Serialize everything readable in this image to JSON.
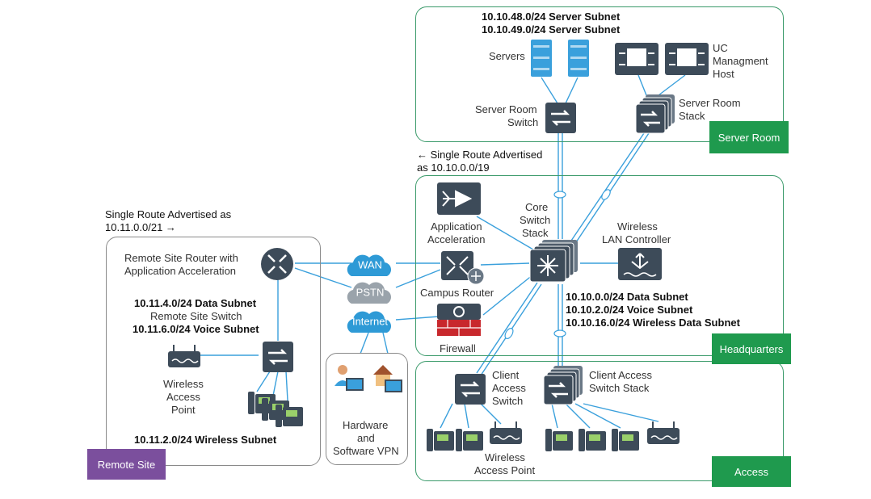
{
  "colors": {
    "device_dark": "#3d4b59",
    "device_light": "#6a7886",
    "server_blue": "#3aa0dc",
    "cloud_blue": "#2e9ad6",
    "cloud_grey": "#9aa3ab",
    "firewall_red": "#c8282d",
    "zone_green": "#1f9a4e",
    "remote_purple": "#7b4f9d",
    "wire": "#3aa0dc"
  },
  "server_room": {
    "subnet_1": "10.10.48.0/24 Server Subnet",
    "subnet_2": "10.10.49.0/24 Server Subnet",
    "servers_label": "Servers",
    "uc_line1": "UC",
    "uc_line2": "Managment",
    "uc_line3": "Host",
    "switch_line1": "Server Room",
    "switch_line2": "Switch",
    "stack_line1": "Server Room",
    "stack_line2": "Stack",
    "tag": "Server Room"
  },
  "route_hq": {
    "line1": "← Single Route Advertised",
    "line2": "as 10.10.0.0/19"
  },
  "route_remote": {
    "line1": "Single Route Advertised as",
    "line2": "10.11.0.0/21 →"
  },
  "headquarters": {
    "app_accel_line1": "Application",
    "app_accel_line2": "Acceleration",
    "core_line1": "Core",
    "core_line2": "Switch",
    "core_line3": "Stack",
    "wlc_line1": "Wireless",
    "wlc_line2": "LAN Controller",
    "campus_router": "Campus Router",
    "firewall": "Firewall",
    "subnet_data": "10.10.0.0/24 Data Subnet",
    "subnet_voice": "10.10.2.0/24 Voice Subnet",
    "subnet_wireless": "10.10.16.0/24 Wireless Data Subnet",
    "tag": "Headquarters"
  },
  "clouds": {
    "wan": "WAN",
    "pstn": "PSTN",
    "internet": "Internet"
  },
  "vpn": {
    "line1": "Hardware",
    "line2": "and",
    "line3": "Software VPN"
  },
  "remote_site": {
    "router_line1": "Remote Site Router with",
    "router_line2": "Application Acceleration",
    "data_subnet": "10.11.4.0/24 Data Subnet",
    "switch_label": "Remote Site Switch",
    "voice_subnet": "10.11.6.0/24 Voice Subnet",
    "ap_line1": "Wireless",
    "ap_line2": "Access",
    "ap_line3": "Point",
    "wireless_subnet": "10.11.2.0/24 Wireless Subnet",
    "tag": "Remote Site"
  },
  "access": {
    "cas_line1": "Client",
    "cas_line2": "Access",
    "cas_line3": "Switch",
    "stack_line1": "Client Access",
    "stack_line2": "Switch Stack",
    "ap_line1": "Wireless",
    "ap_line2": "Access Point",
    "tag": "Access"
  }
}
